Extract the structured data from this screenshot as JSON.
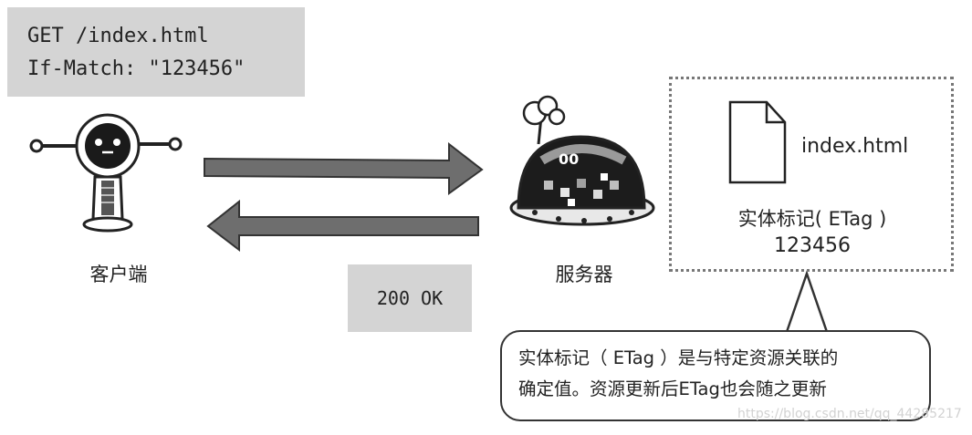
{
  "request": {
    "lines": [
      "GET /index.html",
      "If-Match: \"123456\""
    ]
  },
  "response": {
    "status": "200 OK"
  },
  "client": {
    "label": "客户端"
  },
  "server": {
    "label": "服务器"
  },
  "resource": {
    "file_name": "index.html",
    "etag_label": "实体标记( ETag )",
    "etag_value": "123456"
  },
  "callout": {
    "lines": [
      "实体标记（ ETag ）是与特定资源关联的",
      "确定值。资源更新后ETag也会随之更新"
    ]
  },
  "watermark": "https://blog.csdn.net/qq_44285217"
}
